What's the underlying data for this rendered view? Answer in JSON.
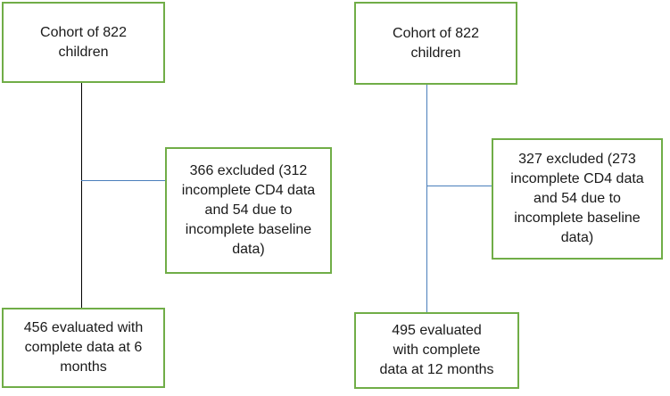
{
  "left_flow": {
    "cohort": "Cohort of 822\nchildren",
    "excluded": "366 excluded (312\nincomplete CD4 data\nand 54 due to\nincomplete baseline\ndata)",
    "evaluated": "456 evaluated with\ncomplete data at 6\nmonths"
  },
  "right_flow": {
    "cohort": "Cohort of 822\nchildren",
    "excluded": "327 excluded (273\nincomplete CD4 data\nand 54 due to\nincomplete baseline\ndata)",
    "evaluated": "495 evaluated\nwith complete\ndata at 12 months"
  },
  "colors": {
    "box_border": "#70ad47",
    "left_trunk_line": "#000000",
    "connector_line": "#4a7ebb"
  }
}
